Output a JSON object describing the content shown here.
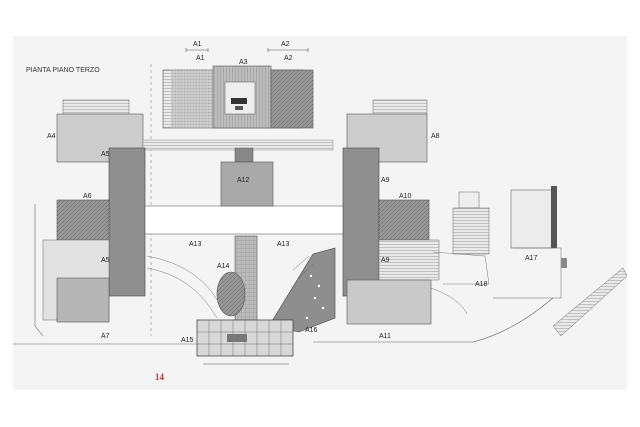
{
  "title": "PIANTA PIANO TERZO",
  "page_number": "14",
  "colors": {
    "sheet": "#f4f4f4",
    "roof_dark": "#8c8c8c",
    "roof_mid": "#a8a8a8",
    "roof_light": "#cfcfcf",
    "corridor": "#ffffff",
    "outline": "#555555",
    "accent": "#c0392b"
  },
  "labels": {
    "a1_top": "A1",
    "a2_top": "A2",
    "a1": "A1",
    "a2": "A2",
    "a3": "A3",
    "a4": "A4",
    "a5_upper": "A5",
    "a5_lower": "A5",
    "a6": "A6",
    "a7": "A7",
    "a8": "A8",
    "a9_upper": "A9",
    "a9_lower": "A9",
    "a10": "A10",
    "a11": "A11",
    "a12": "A12",
    "a13_left": "A13",
    "a13_right": "A13",
    "a14": "A14",
    "a15": "A15",
    "a16": "A16",
    "a17": "A17",
    "a18": "A18"
  }
}
